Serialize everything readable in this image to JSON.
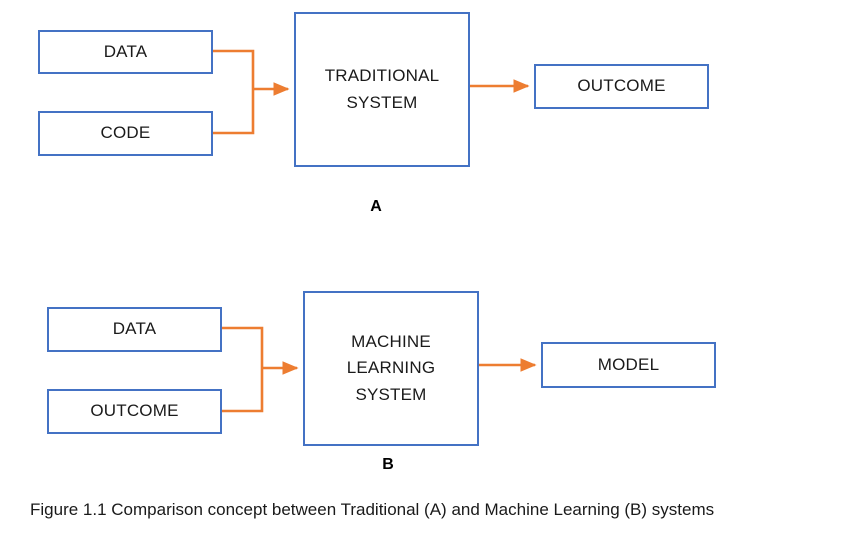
{
  "figure": {
    "caption": "Figure 1.1 Comparison concept between Traditional (A) and Machine Learning (B) systems",
    "colors": {
      "box_border": "#4472C4",
      "connector": "#ED7D31",
      "text": "#1a1a1a",
      "background": "#ffffff"
    }
  },
  "panels": [
    {
      "id": "panel-a",
      "label": "A",
      "inputs": [
        {
          "id": "data-a",
          "label": "DATA"
        },
        {
          "id": "code-a",
          "label": "CODE"
        }
      ],
      "process": {
        "id": "traditional-system",
        "label": "TRADITIONAL\nSYSTEM"
      },
      "output": {
        "id": "outcome-a",
        "label": "OUTCOME"
      }
    },
    {
      "id": "panel-b",
      "label": "B",
      "inputs": [
        {
          "id": "data-b",
          "label": "DATA"
        },
        {
          "id": "outcome-b",
          "label": "OUTCOME"
        }
      ],
      "process": {
        "id": "machine-learning-system",
        "label": "MACHINE\nLEARNING\nSYSTEM"
      },
      "output": {
        "id": "model-b",
        "label": "MODEL"
      }
    }
  ]
}
